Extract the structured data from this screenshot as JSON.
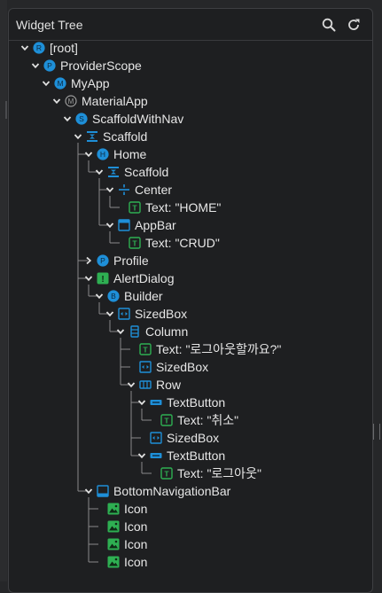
{
  "panel": {
    "title": "Widget Tree",
    "search_icon": "search-icon",
    "refresh_icon": "refresh-icon"
  },
  "colors": {
    "background": "#1e1f21",
    "text": "#e6e6e6",
    "icon_blue": "#1e8fd8",
    "icon_green": "#2eaf52",
    "icon_gray": "#9a9a9a",
    "tree_line": "#8a8a8a"
  },
  "nodes": [
    {
      "label": "[root]",
      "letter": "R",
      "icon": "circle-letter-icon",
      "chevron": "down"
    },
    {
      "label": "ProviderScope",
      "letter": "P",
      "icon": "circle-letter-icon",
      "chevron": "down"
    },
    {
      "label": "MyApp",
      "letter": "M",
      "icon": "circle-letter-icon",
      "chevron": "down"
    },
    {
      "label": "MaterialApp",
      "letter": "M",
      "icon": "material-app-icon",
      "chevron": "down"
    },
    {
      "label": "ScaffoldWithNav",
      "letter": "S",
      "icon": "circle-letter-icon",
      "chevron": "down"
    },
    {
      "label": "Scaffold",
      "letter": "",
      "icon": "scaffold-icon",
      "chevron": "down"
    },
    {
      "label": "Home",
      "letter": "H",
      "icon": "circle-letter-icon",
      "chevron": "down"
    },
    {
      "label": "Scaffold",
      "letter": "",
      "icon": "scaffold-icon",
      "chevron": "down"
    },
    {
      "label": "Center",
      "letter": "",
      "icon": "center-icon",
      "chevron": "down"
    },
    {
      "label": "Text: \"HOME\"",
      "letter": "T",
      "icon": "text-widget-icon",
      "chevron": "none"
    },
    {
      "label": "AppBar",
      "letter": "",
      "icon": "appbar-icon",
      "chevron": "down"
    },
    {
      "label": "Text: \"CRUD\"",
      "letter": "T",
      "icon": "text-widget-icon",
      "chevron": "none"
    },
    {
      "label": "Profile",
      "letter": "P",
      "icon": "circle-letter-icon",
      "chevron": "right"
    },
    {
      "label": "AlertDialog",
      "letter": "!",
      "icon": "alert-dialog-icon",
      "chevron": "down"
    },
    {
      "label": "Builder",
      "letter": "B",
      "icon": "circle-letter-icon",
      "chevron": "down"
    },
    {
      "label": "SizedBox",
      "letter": "",
      "icon": "sizedbox-icon",
      "chevron": "down"
    },
    {
      "label": "Column",
      "letter": "",
      "icon": "column-icon",
      "chevron": "down"
    },
    {
      "label": "Text: \"로그아웃할까요?\"",
      "letter": "T",
      "icon": "text-widget-icon",
      "chevron": "none"
    },
    {
      "label": "SizedBox",
      "letter": "",
      "icon": "sizedbox-icon",
      "chevron": "none"
    },
    {
      "label": "Row",
      "letter": "",
      "icon": "row-icon",
      "chevron": "down"
    },
    {
      "label": "TextButton",
      "letter": "",
      "icon": "text-button-icon",
      "chevron": "down"
    },
    {
      "label": "Text: \"취소\"",
      "letter": "T",
      "icon": "text-widget-icon",
      "chevron": "none"
    },
    {
      "label": "SizedBox",
      "letter": "",
      "icon": "sizedbox-icon",
      "chevron": "none"
    },
    {
      "label": "TextButton",
      "letter": "",
      "icon": "text-button-icon",
      "chevron": "down"
    },
    {
      "label": "Text: \"로그아웃\"",
      "letter": "T",
      "icon": "text-widget-icon",
      "chevron": "none"
    },
    {
      "label": "BottomNavigationBar",
      "letter": "",
      "icon": "bottom-nav-icon",
      "chevron": "down"
    },
    {
      "label": "Icon",
      "letter": "",
      "icon": "image-icon",
      "chevron": "none"
    },
    {
      "label": "Icon",
      "letter": "",
      "icon": "image-icon",
      "chevron": "none"
    },
    {
      "label": "Icon",
      "letter": "",
      "icon": "image-icon",
      "chevron": "none"
    },
    {
      "label": "Icon",
      "letter": "",
      "icon": "image-icon",
      "chevron": "none"
    }
  ]
}
